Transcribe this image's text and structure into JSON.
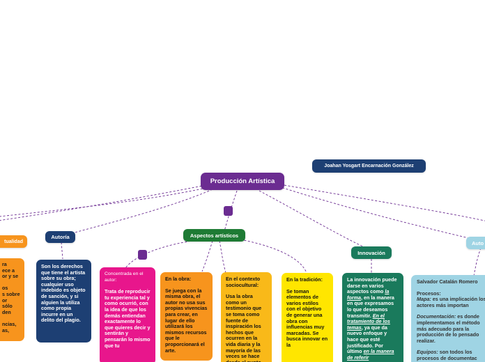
{
  "central": {
    "label": "Producción Artística",
    "color": "#6b2c91"
  },
  "author_tag": {
    "label": "Joahan Yosgart Encarnación González",
    "color": "#1d3f73"
  },
  "topics": {
    "actualidad": {
      "label": "tualidad",
      "color": "#f7941d"
    },
    "autoria": {
      "label": "Autoría",
      "color": "#1d3f73"
    },
    "aspectos": {
      "label": "Aspectos artísticos",
      "color": "#1e7b34"
    },
    "innovacion": {
      "label": "Innovación",
      "color": "#1a7a5c"
    },
    "autor_right": {
      "label": "Auto",
      "color": "#9fd4e4"
    }
  },
  "boxes": {
    "orange_left": {
      "color": "#f7941d",
      "lines": [
        "ra",
        "ece a",
        "or y se",
        "",
        "os",
        "s sobre",
        "or",
        "sólo",
        "den",
        "",
        "ncias,",
        "as,"
      ]
    },
    "autoria_text": {
      "color": "#1d3f73",
      "text": "Son los derechos que tiene el artista sobre su obra; cualquier uso indebido es objeto de sanción, y si alguien la utiliza como propia incurre en un delito del plagio."
    },
    "pink": {
      "color": "#e8168c",
      "heading": "Concentrada en el autor:",
      "text": "Trata de reproducir tu experiencia tal y como ocurrió, con la idea de que los demás entiendan exactamente lo que quieres decir y sentirán y pensarán lo mismo que tu"
    },
    "orange_obra": {
      "color": "#f7941d",
      "heading": "En la obra:",
      "text": "Se juega con la misma obra, el autor no usa sus propias vivencias para crear, en lugar de ello utilizará los mismos recursos que le proporcionará el arte."
    },
    "yellow_context": {
      "color": "#f9b919",
      "heading": "En el contexto sociocultural:",
      "text": "Usa la obra como un testimonio que se toma como fuente de inspiración los hechos que ocurren en la vida diaria y la mayoría de las veces se hace desde el punto"
    },
    "yellow_tradicion": {
      "color": "#ffe600",
      "heading": "En la tradición:",
      "text": "Se toman elementos de varios estilos con el objetivo de generar una obra con influencias muy marcadas. Se busca innovar en la"
    },
    "innovacion_text": {
      "color": "#1a7a5c",
      "t1": "La innovación puede darse en varios aspectos como ",
      "u1": "la forma",
      "t2": ", en la manera en que expresamos lo que deseamos transmitir. ",
      "u2": "En el tratamiento de los temas",
      "t3": ", ya que da nuevo enfoque y hace que esté justificado. Por último ",
      "u3": "en la manera de referir"
    },
    "blue_right": {
      "color": "#9fd4e4",
      "name": "Salvador Catalán Romero",
      "procesos": "Procesos:",
      "mapa_label": "Mapa:",
      "mapa_text": " es una implicación los actores más importan",
      "doc_label": "Documentación:",
      "doc_text": " es donde implementamos el método más adecuado para la producción de lo pensado realizar.",
      "equipos_label": "Equipos:",
      "equipos_text": " son todos los procesos de documentac"
    }
  }
}
